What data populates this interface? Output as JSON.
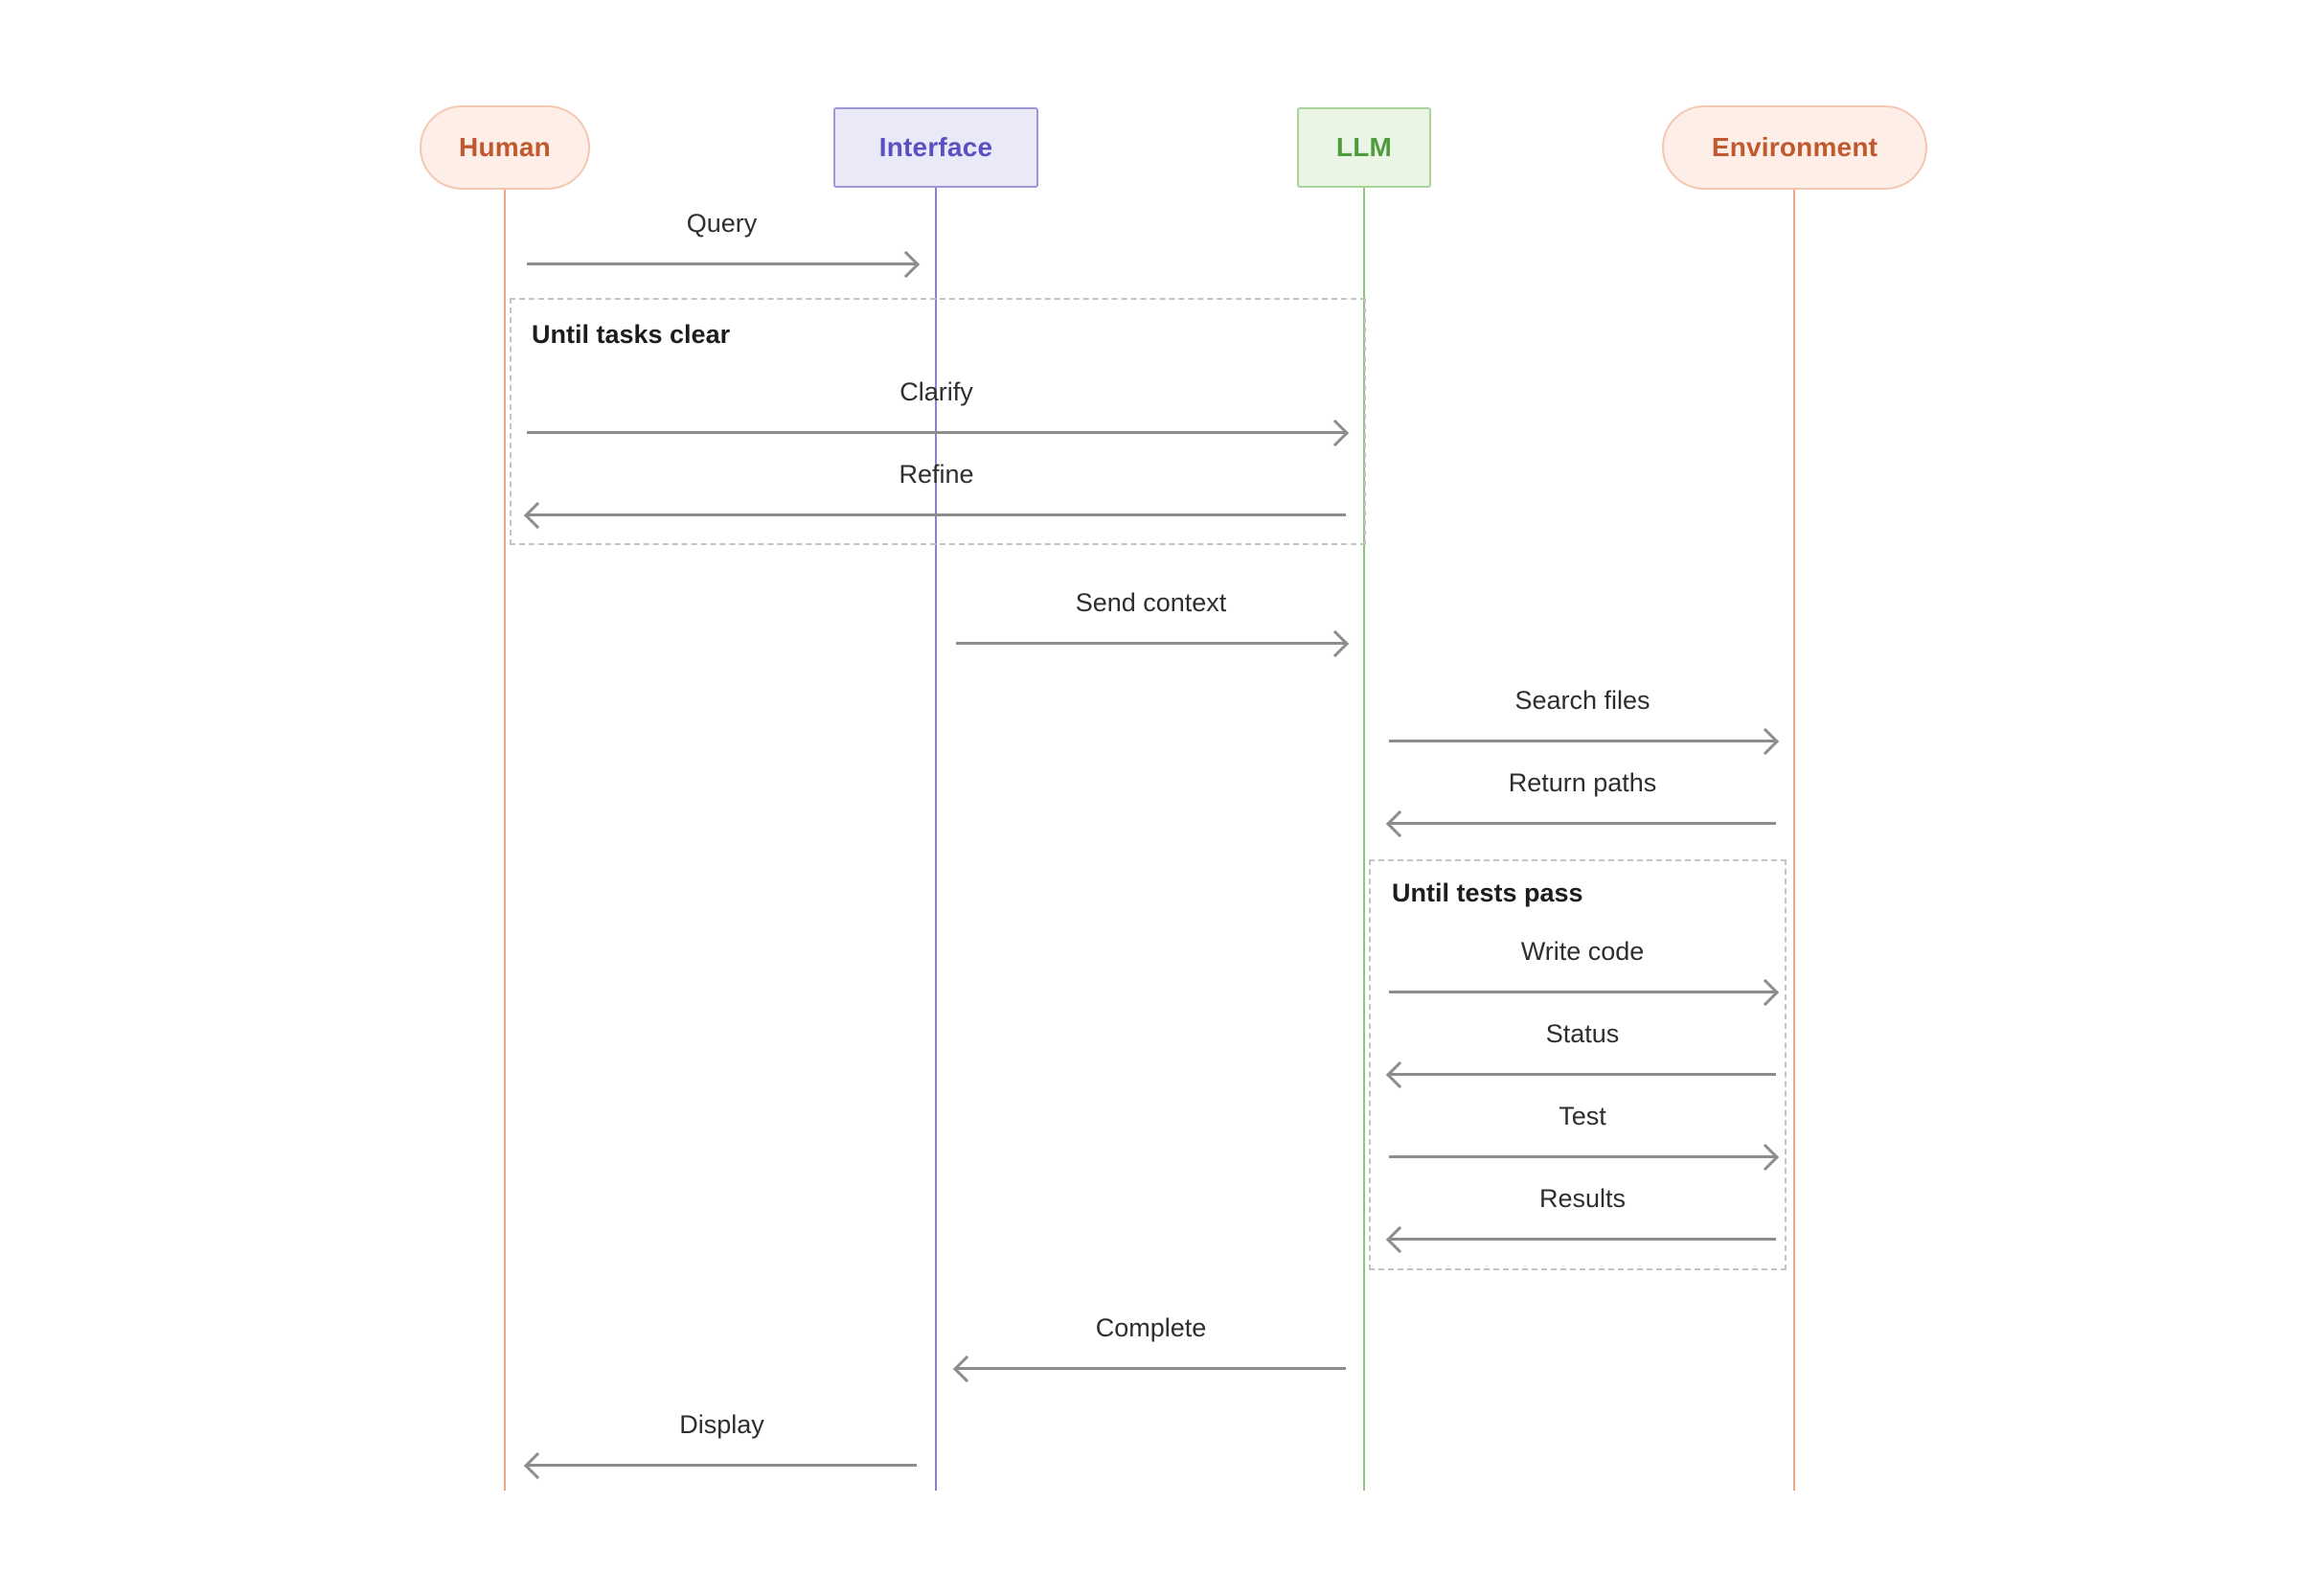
{
  "diagram": {
    "type": "sequence",
    "background": "#ffffff",
    "arrow_color": "#8d8d8d",
    "text_color": "#2e2e2e",
    "frame_border_color": "#c3c3c3",
    "actors": [
      {
        "id": "human",
        "label": "Human",
        "shape": "pill",
        "fill": "#fdeee8",
        "border": "#f4c7b2",
        "text_color": "#c2582d"
      },
      {
        "id": "interface",
        "label": "Interface",
        "shape": "rect",
        "fill": "#eae9f8",
        "border": "#9d97d8",
        "text_color": "#5b50c0"
      },
      {
        "id": "llm",
        "label": "LLM",
        "shape": "rect",
        "fill": "#ebf5e6",
        "border": "#a9d399",
        "text_color": "#4f9c3c"
      },
      {
        "id": "environment",
        "label": "Environment",
        "shape": "pill",
        "fill": "#fdeee8",
        "border": "#f4c7b2",
        "text_color": "#c2582d"
      }
    ],
    "frames": [
      {
        "label": "Until tasks clear",
        "contains": [
          "Clarify",
          "Refine"
        ]
      },
      {
        "label": "Until tests pass",
        "contains": [
          "Write code",
          "Status",
          "Test",
          "Results"
        ]
      }
    ],
    "messages": [
      {
        "label": "Query",
        "from": "Human",
        "to": "Interface",
        "direction": "right"
      },
      {
        "label": "Clarify",
        "from": "Human",
        "to": "LLM",
        "direction": "right"
      },
      {
        "label": "Refine",
        "from": "LLM",
        "to": "Human",
        "direction": "left"
      },
      {
        "label": "Send context",
        "from": "Interface",
        "to": "LLM",
        "direction": "right"
      },
      {
        "label": "Search files",
        "from": "LLM",
        "to": "Environment",
        "direction": "right"
      },
      {
        "label": "Return paths",
        "from": "Environment",
        "to": "LLM",
        "direction": "left"
      },
      {
        "label": "Write code",
        "from": "LLM",
        "to": "Environment",
        "direction": "right"
      },
      {
        "label": "Status",
        "from": "Environment",
        "to": "LLM",
        "direction": "left"
      },
      {
        "label": "Test",
        "from": "LLM",
        "to": "Environment",
        "direction": "right"
      },
      {
        "label": "Results",
        "from": "Environment",
        "to": "LLM",
        "direction": "left"
      },
      {
        "label": "Complete",
        "from": "LLM",
        "to": "Interface",
        "direction": "left"
      },
      {
        "label": "Display",
        "from": "Interface",
        "to": "Human",
        "direction": "left"
      }
    ]
  }
}
